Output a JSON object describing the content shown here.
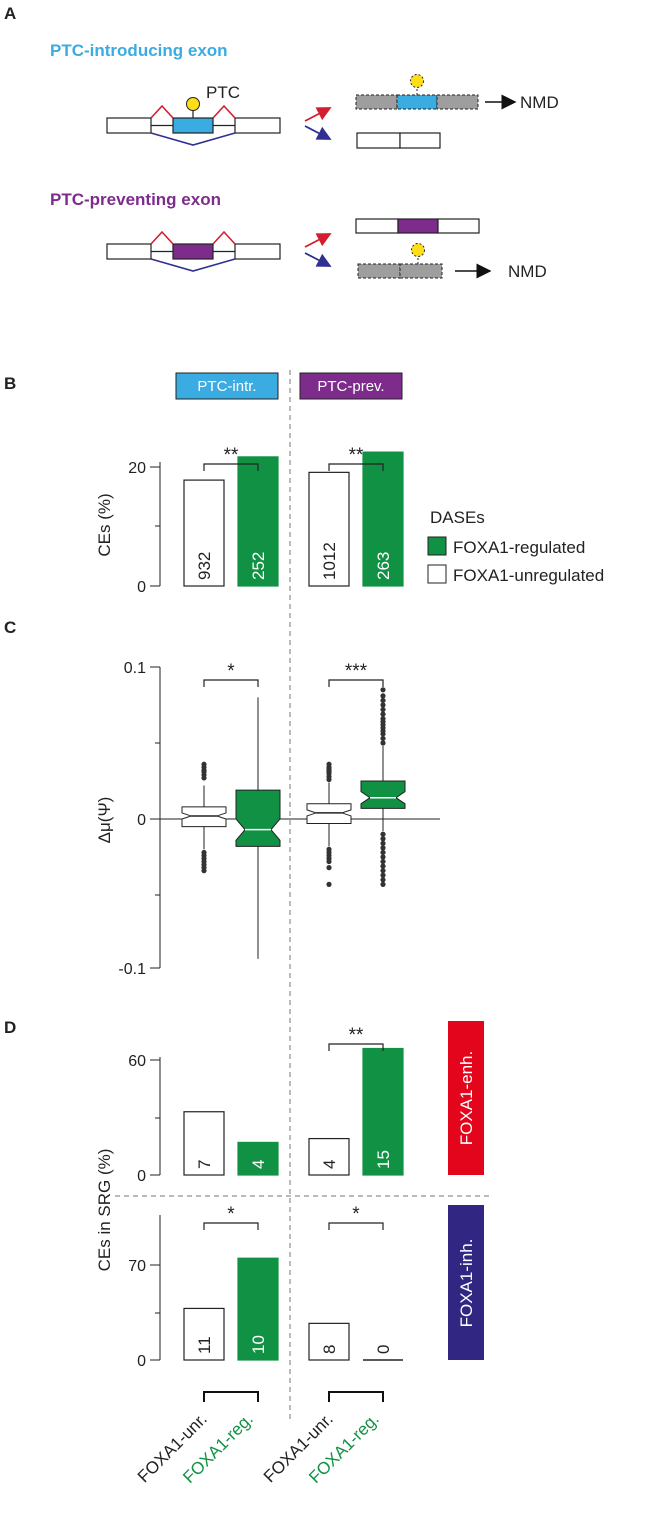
{
  "colors": {
    "reg": "#119144",
    "intr": "#3aace1",
    "prev": "#7e2c8c",
    "enh": "#e2051b",
    "inh": "#312783",
    "red_arrow": "#d31e2f",
    "blue_arrow": "#2e3191",
    "gray": "#9e9e9e",
    "ptc": "#ffde17",
    "text": "#222222"
  },
  "panels": {
    "A": "A",
    "B": "B",
    "C": "C",
    "D": "D"
  },
  "panelA": {
    "intr_title": "PTC-introducing exon",
    "prev_title": "PTC-preventing exon",
    "ptc_label": "PTC",
    "nmd_label": "NMD"
  },
  "panelB": {
    "tag_intr": "PTC-intr.",
    "tag_prev": "PTC-prev.",
    "ylabel": "CEs (%)",
    "yticks": [
      "20",
      "0"
    ]
  },
  "legend": {
    "title": "DASEs",
    "reg": "FOXA1-regulated",
    "unreg": "FOXA1-unregulated"
  },
  "panelC": {
    "ylabel": "Δμ(Ψ)",
    "yticks": [
      "0.1",
      "0",
      "-0.1"
    ]
  },
  "panelD": {
    "ylabel": "CEs in SRG (%)",
    "top_ytick": "60",
    "bottom_ytick": "70",
    "zero": "0",
    "tag_enh": "FOXA1-enh.",
    "tag_inh": "FOXA1-inh."
  },
  "xlabels": {
    "unr": "FOXA1-unr.",
    "reg": "FOXA1-reg."
  },
  "chart_data": [
    {
      "type": "bar",
      "panel": "B",
      "ylabel": "CEs (%)",
      "yticks": [
        0,
        20
      ],
      "categories": [
        "PTC-intr. FOXA1-unr.",
        "PTC-intr. FOXA1-reg.",
        "PTC-prev. FOXA1-unr.",
        "PTC-prev. FOXA1-reg."
      ],
      "values": [
        17.8,
        21.7,
        19.1,
        22.5
      ],
      "counts": [
        "932",
        "252",
        "1012",
        "263"
      ],
      "significance": [
        "**",
        "**"
      ]
    },
    {
      "type": "box",
      "panel": "C",
      "ylabel": "Δμ(Ψ)",
      "ylim": [
        -0.1,
        0.1
      ],
      "yticks": [
        -0.1,
        0,
        0.1
      ],
      "boxes": [
        {
          "group": "PTC-intr.",
          "regulated": false,
          "median": 0.002,
          "q1": -0.005,
          "q3": 0.008,
          "notch": 0.002,
          "whisker_low": -0.02,
          "whisker_high": 0.022,
          "outliers": [
            0.027,
            0.029,
            0.031,
            0.032,
            0.034,
            0.036,
            -0.022,
            -0.024,
            -0.026,
            -0.028,
            -0.03,
            -0.032,
            -0.034
          ]
        },
        {
          "group": "PTC-intr.",
          "regulated": true,
          "median": -0.007,
          "q1": -0.018,
          "q3": 0.019,
          "notch": 0.007,
          "whisker_low": -0.092,
          "whisker_high": 0.08,
          "outliers": []
        },
        {
          "group": "PTC-prev.",
          "regulated": false,
          "median": 0.004,
          "q1": -0.003,
          "q3": 0.01,
          "notch": 0.002,
          "whisker_low": -0.018,
          "whisker_high": 0.024,
          "outliers": [
            0.026,
            0.028,
            0.03,
            0.031,
            0.032,
            0.033,
            0.034,
            0.036,
            -0.02,
            -0.022,
            -0.024,
            -0.026,
            -0.028,
            -0.032,
            -0.043
          ]
        },
        {
          "group": "PTC-prev.",
          "regulated": true,
          "median": 0.014,
          "q1": 0.007,
          "q3": 0.025,
          "notch": 0.004,
          "whisker_low": -0.008,
          "whisker_high": 0.048,
          "outliers": [
            0.05,
            0.053,
            0.056,
            0.058,
            0.06,
            0.062,
            0.064,
            0.066,
            0.069,
            0.072,
            0.075,
            0.078,
            0.081,
            0.085,
            -0.01,
            -0.013,
            -0.016,
            -0.019,
            -0.022,
            -0.025,
            -0.028,
            -0.031,
            -0.034,
            -0.037,
            -0.04,
            -0.043
          ]
        }
      ],
      "significance": [
        "*",
        "***"
      ]
    },
    {
      "type": "bar",
      "panel": "D-top",
      "label": "FOXA1-enh.",
      "ylabel": "CEs in SRG (%)",
      "yticks": [
        0,
        60
      ],
      "categories": [
        "PTC-intr. FOXA1-unr.",
        "PTC-intr. FOXA1-reg.",
        "PTC-prev. FOXA1-unr.",
        "PTC-prev. FOXA1-reg."
      ],
      "values": [
        33,
        17,
        19,
        66
      ],
      "counts": [
        "7",
        "4",
        "4",
        "15"
      ],
      "significance": [
        "",
        "**"
      ]
    },
    {
      "type": "bar",
      "panel": "D-bottom",
      "label": "FOXA1-inh.",
      "ylabel": "CEs in SRG (%)",
      "yticks": [
        0,
        70
      ],
      "categories": [
        "PTC-intr. FOXA1-unr.",
        "PTC-intr. FOXA1-reg.",
        "PTC-prev. FOXA1-unr.",
        "PTC-prev. FOXA1-reg."
      ],
      "values": [
        38,
        75,
        27,
        0
      ],
      "counts": [
        "11",
        "10",
        "8",
        "0"
      ],
      "significance": [
        "*",
        "*"
      ]
    }
  ]
}
